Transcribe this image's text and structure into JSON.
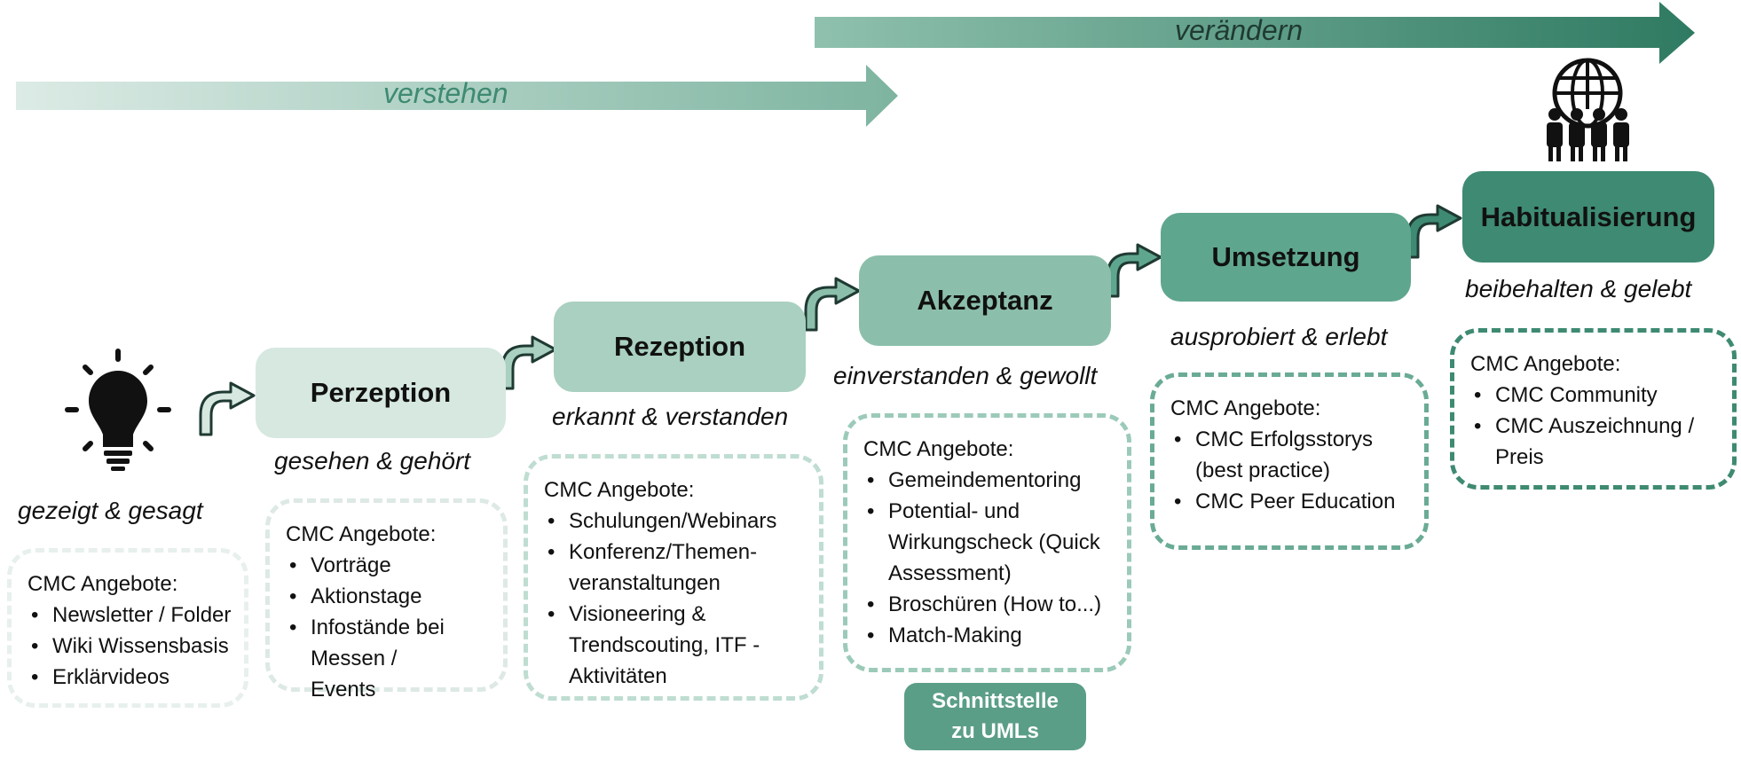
{
  "top_arrows": {
    "verstehen": "verstehen",
    "veraendern": "verändern"
  },
  "stages": [
    {
      "title": "",
      "subtitle": "gezeigt & gesagt",
      "box_header": "CMC Angebote:",
      "items": [
        "Newsletter / Folder",
        "Wiki Wissensbasis",
        "Erklärvideos"
      ]
    },
    {
      "title": "Perzeption",
      "subtitle": "gesehen & gehört",
      "box_header": "CMC Angebote:",
      "items": [
        "Vorträge",
        "Aktionstage",
        "Infostände bei Messen / Events"
      ]
    },
    {
      "title": "Rezeption",
      "subtitle": "erkannt & verstanden",
      "box_header": "CMC Angebote:",
      "items": [
        "Schulungen/Webinars",
        "Konferenz/Themen-veranstaltungen",
        "Visioneering & Trendscouting, ITF - Aktivitäten"
      ]
    },
    {
      "title": "Akzeptanz",
      "subtitle": "einverstanden & gewollt",
      "box_header": "CMC Angebote:",
      "items": [
        "Gemeindementoring",
        "Potential- und Wirkungscheck (Quick Assessment)",
        "Broschüren (How to...)",
        "Match-Making"
      ]
    },
    {
      "title": "Umsetzung",
      "subtitle": "ausprobiert & erlebt",
      "box_header": "CMC Angebote:",
      "items": [
        "CMC Erfolgsstorys (best practice)",
        "CMC Peer Education"
      ]
    },
    {
      "title": "Habitualisierung",
      "subtitle": "beibehalten & gelebt",
      "box_header": "CMC Angebote:",
      "items": [
        "CMC Community",
        "CMC Auszeichnung / Preis"
      ]
    }
  ],
  "interface_label_line1": "Schnittstelle",
  "interface_label_line2": "zu UMLs",
  "icons": [
    "lightbulb-icon",
    "globe-people-icon",
    "curved-arrow-icon"
  ],
  "colors": {
    "stage1": "#d6e8e0",
    "stage2": "#a9d0c0",
    "stage3": "#8cbfab",
    "stage4": "#5fa68f",
    "stage5": "#3e8a72",
    "arrow_dark": "#2f7a62"
  }
}
